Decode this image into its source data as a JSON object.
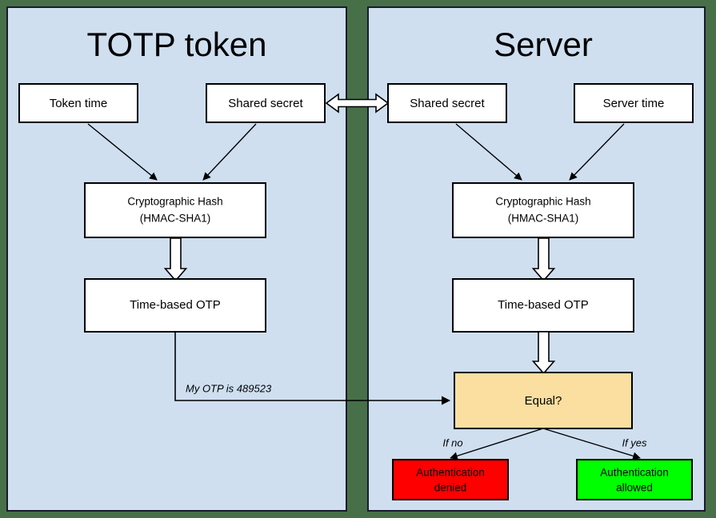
{
  "colors": {
    "background": "#477049",
    "panel_fill": "#cfdff0",
    "panel_border": "#1a1a2e",
    "node_fill": "#ffffff",
    "node_border": "#000000",
    "decision_fill": "#fadfa0",
    "deny_fill": "#ff0000",
    "allow_fill": "#00ff00",
    "edge": "#000000"
  },
  "panels": {
    "left": {
      "title": "TOTP token"
    },
    "right": {
      "title": "Server"
    }
  },
  "nodes": {
    "token_time": {
      "label": "Token time"
    },
    "token_shared_secret": {
      "label": "Shared secret"
    },
    "server_shared_secret": {
      "label": "Shared secret"
    },
    "server_time": {
      "label": "Server time"
    },
    "token_hash": {
      "line1": "Cryptographic Hash",
      "line2": "(HMAC-SHA1)"
    },
    "server_hash": {
      "line1": "Cryptographic Hash",
      "line2": "(HMAC-SHA1)"
    },
    "token_otp": {
      "label": "Time-based OTP"
    },
    "server_otp": {
      "label": "Time-based OTP"
    },
    "equal": {
      "label": "Equal?"
    },
    "auth_denied": {
      "line1": "Authentication",
      "line2": "denied"
    },
    "auth_allowed": {
      "line1": "Authentication",
      "line2": "allowed"
    }
  },
  "edge_labels": {
    "otp_message": "My OTP is 489523",
    "if_no": "If no",
    "if_yes": "If yes"
  }
}
